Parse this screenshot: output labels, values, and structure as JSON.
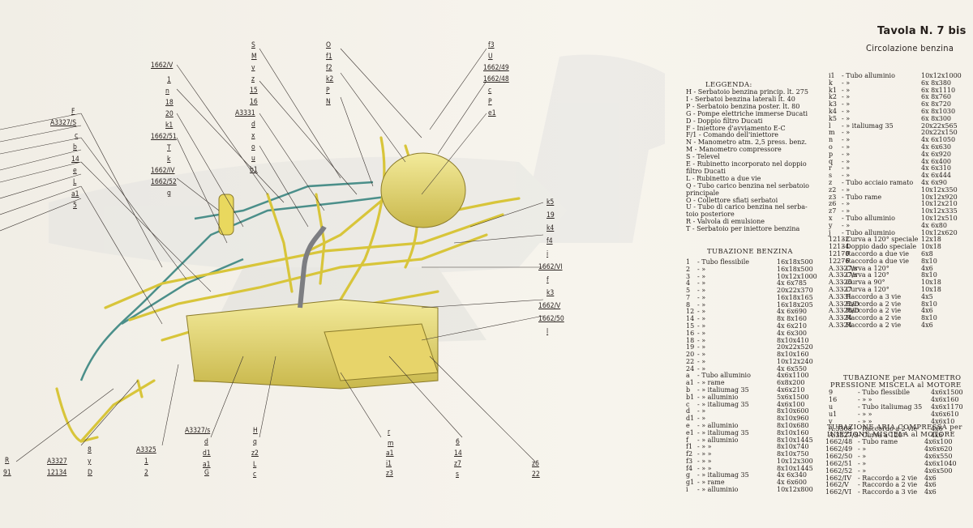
{
  "title": "Tavola N. 7 bis",
  "subtitle": "Circolazione benzina",
  "legend": {
    "heading": "LEGGENDA:",
    "items": [
      "H - Serbatoio benzina princip. lt. 275",
      "I - Serbatoi benzina laterali lt. 40",
      "P - Serbatoio benzina poster. lt. 80",
      "G - Pompe elettriche immerse Ducati",
      "D - Doppio filtro Ducati",
      "F - Iniettore d'avviamento E-C",
      "F/1 - Comando dell'iniettore",
      "N - Manometro atm. 2,5 press. benz.",
      "M - Manometro compressore",
      "S - Televel",
      "E - Rubinetto incorporato nel doppio",
      "filtro Ducati",
      "L - Rubinetto a due vie",
      "Q - Tubo carico benzina nel serbatoio",
      "principale",
      "O - Collettore sfiati serbatoi",
      "U - Tubo di carico benzina nel serba-",
      "toio posteriore",
      "R - Valvola di emulsione",
      "T - Serbatoio per iniettore benzina"
    ]
  },
  "tubazione_benzina": {
    "heading": "TUBAZIONE BENZINA",
    "rows": [
      [
        "1",
        "- Tubo flessibile",
        "16x18x500"
      ],
      [
        "2",
        "- »",
        "16x18x500"
      ],
      [
        "3",
        "- »",
        "10x12x1000"
      ],
      [
        "4",
        "- »",
        "4x 6x785"
      ],
      [
        "5",
        "- »",
        "20x22x370"
      ],
      [
        "7",
        "- »",
        "16x18x165"
      ],
      [
        "8",
        "- »",
        "16x18x205"
      ],
      [
        "12",
        "- »",
        "4x 6x690"
      ],
      [
        "14",
        "- »",
        "8x 8x160"
      ],
      [
        "15",
        "- »",
        "4x 6x210"
      ],
      [
        "16",
        "- »",
        "4x 6x300"
      ],
      [
        "18",
        "- »",
        "8x10x410"
      ],
      [
        "19",
        "- »",
        "20x22x520"
      ],
      [
        "20",
        "- »",
        "8x10x160"
      ],
      [
        "22",
        "- »",
        "10x12x240"
      ],
      [
        "24",
        "- »",
        "4x 6x550"
      ],
      [
        "a",
        "- Tubo alluminio",
        "4x6x1100"
      ],
      [
        "a1",
        "- » rame",
        "6x8x200"
      ],
      [
        "b",
        "- » italiumag 35",
        "4x6x210"
      ],
      [
        "b1",
        "- » alluminio",
        "5x6x1500"
      ],
      [
        "c",
        "- » italiumag 35",
        "4x6x100"
      ],
      [
        "d",
        "- »",
        "8x10x600"
      ],
      [
        "d1",
        "- »",
        "8x10x960"
      ],
      [
        "e",
        "- » alluminio",
        "8x10x680"
      ],
      [
        "e1",
        "- » italiumag 35",
        "8x10x160"
      ],
      [
        "f",
        "- » alluminio",
        "8x10x1445"
      ],
      [
        "f1",
        "- » »",
        "8x10x740"
      ],
      [
        "f2",
        "- » »",
        "8x10x750"
      ],
      [
        "f3",
        "- » »",
        "10x12x300"
      ],
      [
        "f4",
        "- » »",
        "8x10x1445"
      ],
      [
        "g",
        "- » italiumag 35",
        "4x 6x340"
      ],
      [
        "g1",
        "- » rame",
        "4x 6x600"
      ],
      [
        "i",
        "- » alluminio",
        "10x12x800"
      ]
    ]
  },
  "tubazione_cont": {
    "rows": [
      [
        "i1",
        "- Tubo alluminio",
        "10x12x1000"
      ],
      [
        "k",
        "- »",
        "6x 8x380"
      ],
      [
        "k1",
        "- »",
        "6x 8x1110"
      ],
      [
        "k2",
        "- »",
        "6x 8x760"
      ],
      [
        "k3",
        "- »",
        "6x 8x720"
      ],
      [
        "k4",
        "- »",
        "6x 8x1030"
      ],
      [
        "k5",
        "- »",
        "6x 8x300"
      ],
      [
        "l",
        "- » italiumag 35",
        "20x22x565"
      ],
      [
        "m",
        "- »",
        "20x22x150"
      ],
      [
        "n",
        "- »",
        "4x 6x1050"
      ],
      [
        "o",
        "- »",
        "4x 6x630"
      ],
      [
        "p",
        "- »",
        "4x 6x920"
      ],
      [
        "q",
        "- »",
        "4x 6x400"
      ],
      [
        "r",
        "- »",
        "4x 6x310"
      ],
      [
        "s",
        "- »",
        "4x 6x444"
      ],
      [
        "z",
        "- Tubo acciaio ramato",
        "4x 6x90"
      ],
      [
        "z2",
        "- »",
        "10x12x350"
      ],
      [
        "z3",
        "- Tubo rame",
        "10x12x920"
      ],
      [
        "z6",
        "- »",
        "10x12x210"
      ],
      [
        "z7",
        "- »",
        "10x12x335"
      ],
      [
        "x",
        "- Tubo alluminio",
        "10x12x510"
      ],
      [
        "y",
        "- »",
        "4x 6x80"
      ],
      [
        "j",
        "- Tubo alluminio",
        "10x12x620"
      ],
      [
        "12132",
        "- Curva a 120° speciale",
        "12x18"
      ],
      [
        "12134",
        "- Doppio dado speciale",
        "10x18"
      ],
      [
        "12170",
        "- Raccordo a due vie",
        "6x8"
      ],
      [
        "12276",
        "- Raccordo a due vie",
        "8x10"
      ],
      [
        "A.3327/s",
        "- Curva a 120°",
        "4x6"
      ],
      [
        "A.3327/s",
        "- Curva a 120°",
        "8x10"
      ],
      [
        "A.3326",
        "- Curva a 90°",
        "10x18"
      ],
      [
        "A.3327",
        "- Curva a 120°",
        "10x18"
      ],
      [
        "A.3331",
        "- Raccordo a 3 vie",
        "4x5"
      ],
      [
        "A.3322/D",
        "- Raccordo a 2 vie",
        "8x10"
      ],
      [
        "A.3328/D",
        "- Raccordo a 2 vie",
        "4x6"
      ],
      [
        "A.3324",
        "- Raccordo a 2 vie",
        "8x10"
      ],
      [
        "A.3324",
        "- Raccordo a 2 vie",
        "4x6"
      ]
    ]
  },
  "manometro": {
    "heading1": "TUBAZIONE per MANOMETRO",
    "heading2": "PRESSIONE MISCELA al MOTORE",
    "rows": [
      [
        "9",
        "- Tubo flessibile",
        "4x6x1500"
      ],
      [
        "16",
        "- » »",
        "4x6x160"
      ],
      [
        "u",
        "- Tubo italiumag 35",
        "4x6x1170"
      ],
      [
        "u1",
        "- » »",
        "4x6x610"
      ],
      [
        "v",
        "- » »",
        "4x6x10"
      ],
      [
        "A.3368",
        "- Raccordo a 2 vie",
        "4x6"
      ],
      [
        "A.3327/S",
        "- Curva a 120°",
        "4x6"
      ]
    ]
  },
  "aria": {
    "heading1": "TUBAZIONE ARIA COMPRESSA per",
    "heading2": "INIEZIONE MISCELA al MOTORE",
    "rows": [
      [
        "1662/48",
        "- Tubo rame",
        "4x6x100"
      ],
      [
        "1662/49",
        "- »",
        "4x6x620"
      ],
      [
        "1662/50",
        "- »",
        "4x6x550"
      ],
      [
        "1662/51",
        "- »",
        "4x6x1040"
      ],
      [
        "1662/52",
        "- »",
        "4x6x500"
      ],
      [
        "1662/IV",
        "- Raccordo a 2 vie",
        "4x6"
      ],
      [
        "1662/V",
        "- Raccordo a 2 vie",
        "4x6"
      ],
      [
        "1662/VI",
        "- Raccordo a 3 vie",
        "4x6"
      ]
    ]
  },
  "callouts_left": [
    "F",
    "A3327/S",
    "c",
    "b",
    "14",
    "e",
    "L",
    "a1",
    "5"
  ],
  "callouts_top1": [
    "1662/V",
    "1",
    "n",
    "18",
    "20",
    "k1",
    "1662/51",
    "T",
    "k",
    "1662/IV",
    "1662/52",
    "g"
  ],
  "callouts_top2": [
    "S",
    "M",
    "v",
    "z",
    "15",
    "16",
    "A3331",
    "d",
    "x",
    "o",
    "u",
    "b1"
  ],
  "callouts_top3": [
    "O",
    "f1",
    "f2",
    "k2",
    "P",
    "N"
  ],
  "callouts_top4": [
    "f3",
    "U",
    "1662/49",
    "1662/48",
    "c",
    "P",
    "e1"
  ],
  "callouts_right": [
    "k5",
    "19",
    "k4",
    "f4",
    "i",
    "1662/VI",
    "f",
    "k3",
    "1662/V",
    "1662/50",
    "l"
  ],
  "callouts_bottom": [
    "R",
    "91",
    "A3327",
    "12134",
    "8",
    "y",
    "D",
    "A3325",
    "1",
    "2",
    "A3327/s",
    "d",
    "d1",
    "a1",
    "G",
    "H",
    "q",
    "z2",
    "L",
    "c",
    "r",
    "m",
    "a1",
    "i1",
    "z3",
    "6",
    "14",
    "z7",
    "s",
    "z6",
    "22"
  ]
}
